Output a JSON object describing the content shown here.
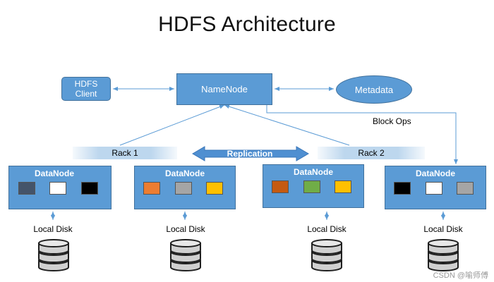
{
  "title": "HDFS Architecture",
  "client": {
    "label_line1": "HDFS",
    "label_line2": "Client"
  },
  "namenode": {
    "label": "NameNode"
  },
  "metadata": {
    "label": "Metadata"
  },
  "block_ops": {
    "label": "Block Ops"
  },
  "replication": {
    "label": "Replication"
  },
  "racks": [
    {
      "label": "Rack 1"
    },
    {
      "label": "Rack 2"
    }
  ],
  "datanodes": [
    {
      "label": "DataNode",
      "blocks": [
        "#44546a",
        "#ffffff",
        "#000000"
      ]
    },
    {
      "label": "DataNode",
      "blocks": [
        "#ed7d31",
        "#a5a5a5",
        "#ffc000"
      ]
    },
    {
      "label": "DataNode",
      "blocks": [
        "#c55a11",
        "#70ad47",
        "#ffc000"
      ]
    },
    {
      "label": "DataNode",
      "blocks": [
        "#000000",
        "#ffffff",
        "#a5a5a5"
      ]
    }
  ],
  "local_disk": {
    "label": "Local Disk"
  },
  "watermark": "CSDN @喻师傅",
  "colors": {
    "node_fill": "#5b9bd5",
    "node_border": "#41719c",
    "arrow": "#5b9bd5",
    "rack_bar": "#bdd7ee"
  },
  "icons": [
    "database-icon",
    "double-arrow-icon"
  ]
}
